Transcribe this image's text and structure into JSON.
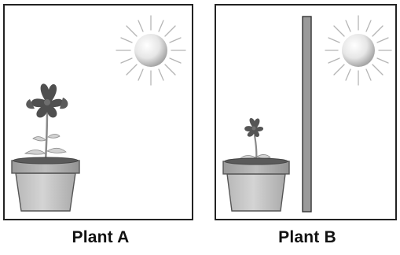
{
  "panels": [
    {
      "label": "Plant A",
      "has_barrier": false,
      "plant": "tall-flowering"
    },
    {
      "label": "Plant B",
      "has_barrier": true,
      "plant": "small-sprout"
    }
  ],
  "colors": {
    "frame": "#222222",
    "pot_rim": "#a9a9a9",
    "pot_body": "#c4c4c4",
    "soil": "#5a5a5a",
    "flower": "#4f4f4f",
    "leaf": "#cfcfcf",
    "barrier": "#9a9a9a",
    "sun_core": "#ffffff",
    "sun_edge": "#9c9c9c",
    "sun_rays": "#b5b5b5"
  },
  "icons": [
    "sun-icon",
    "flower-pot-icon",
    "barrier-wall-icon"
  ]
}
